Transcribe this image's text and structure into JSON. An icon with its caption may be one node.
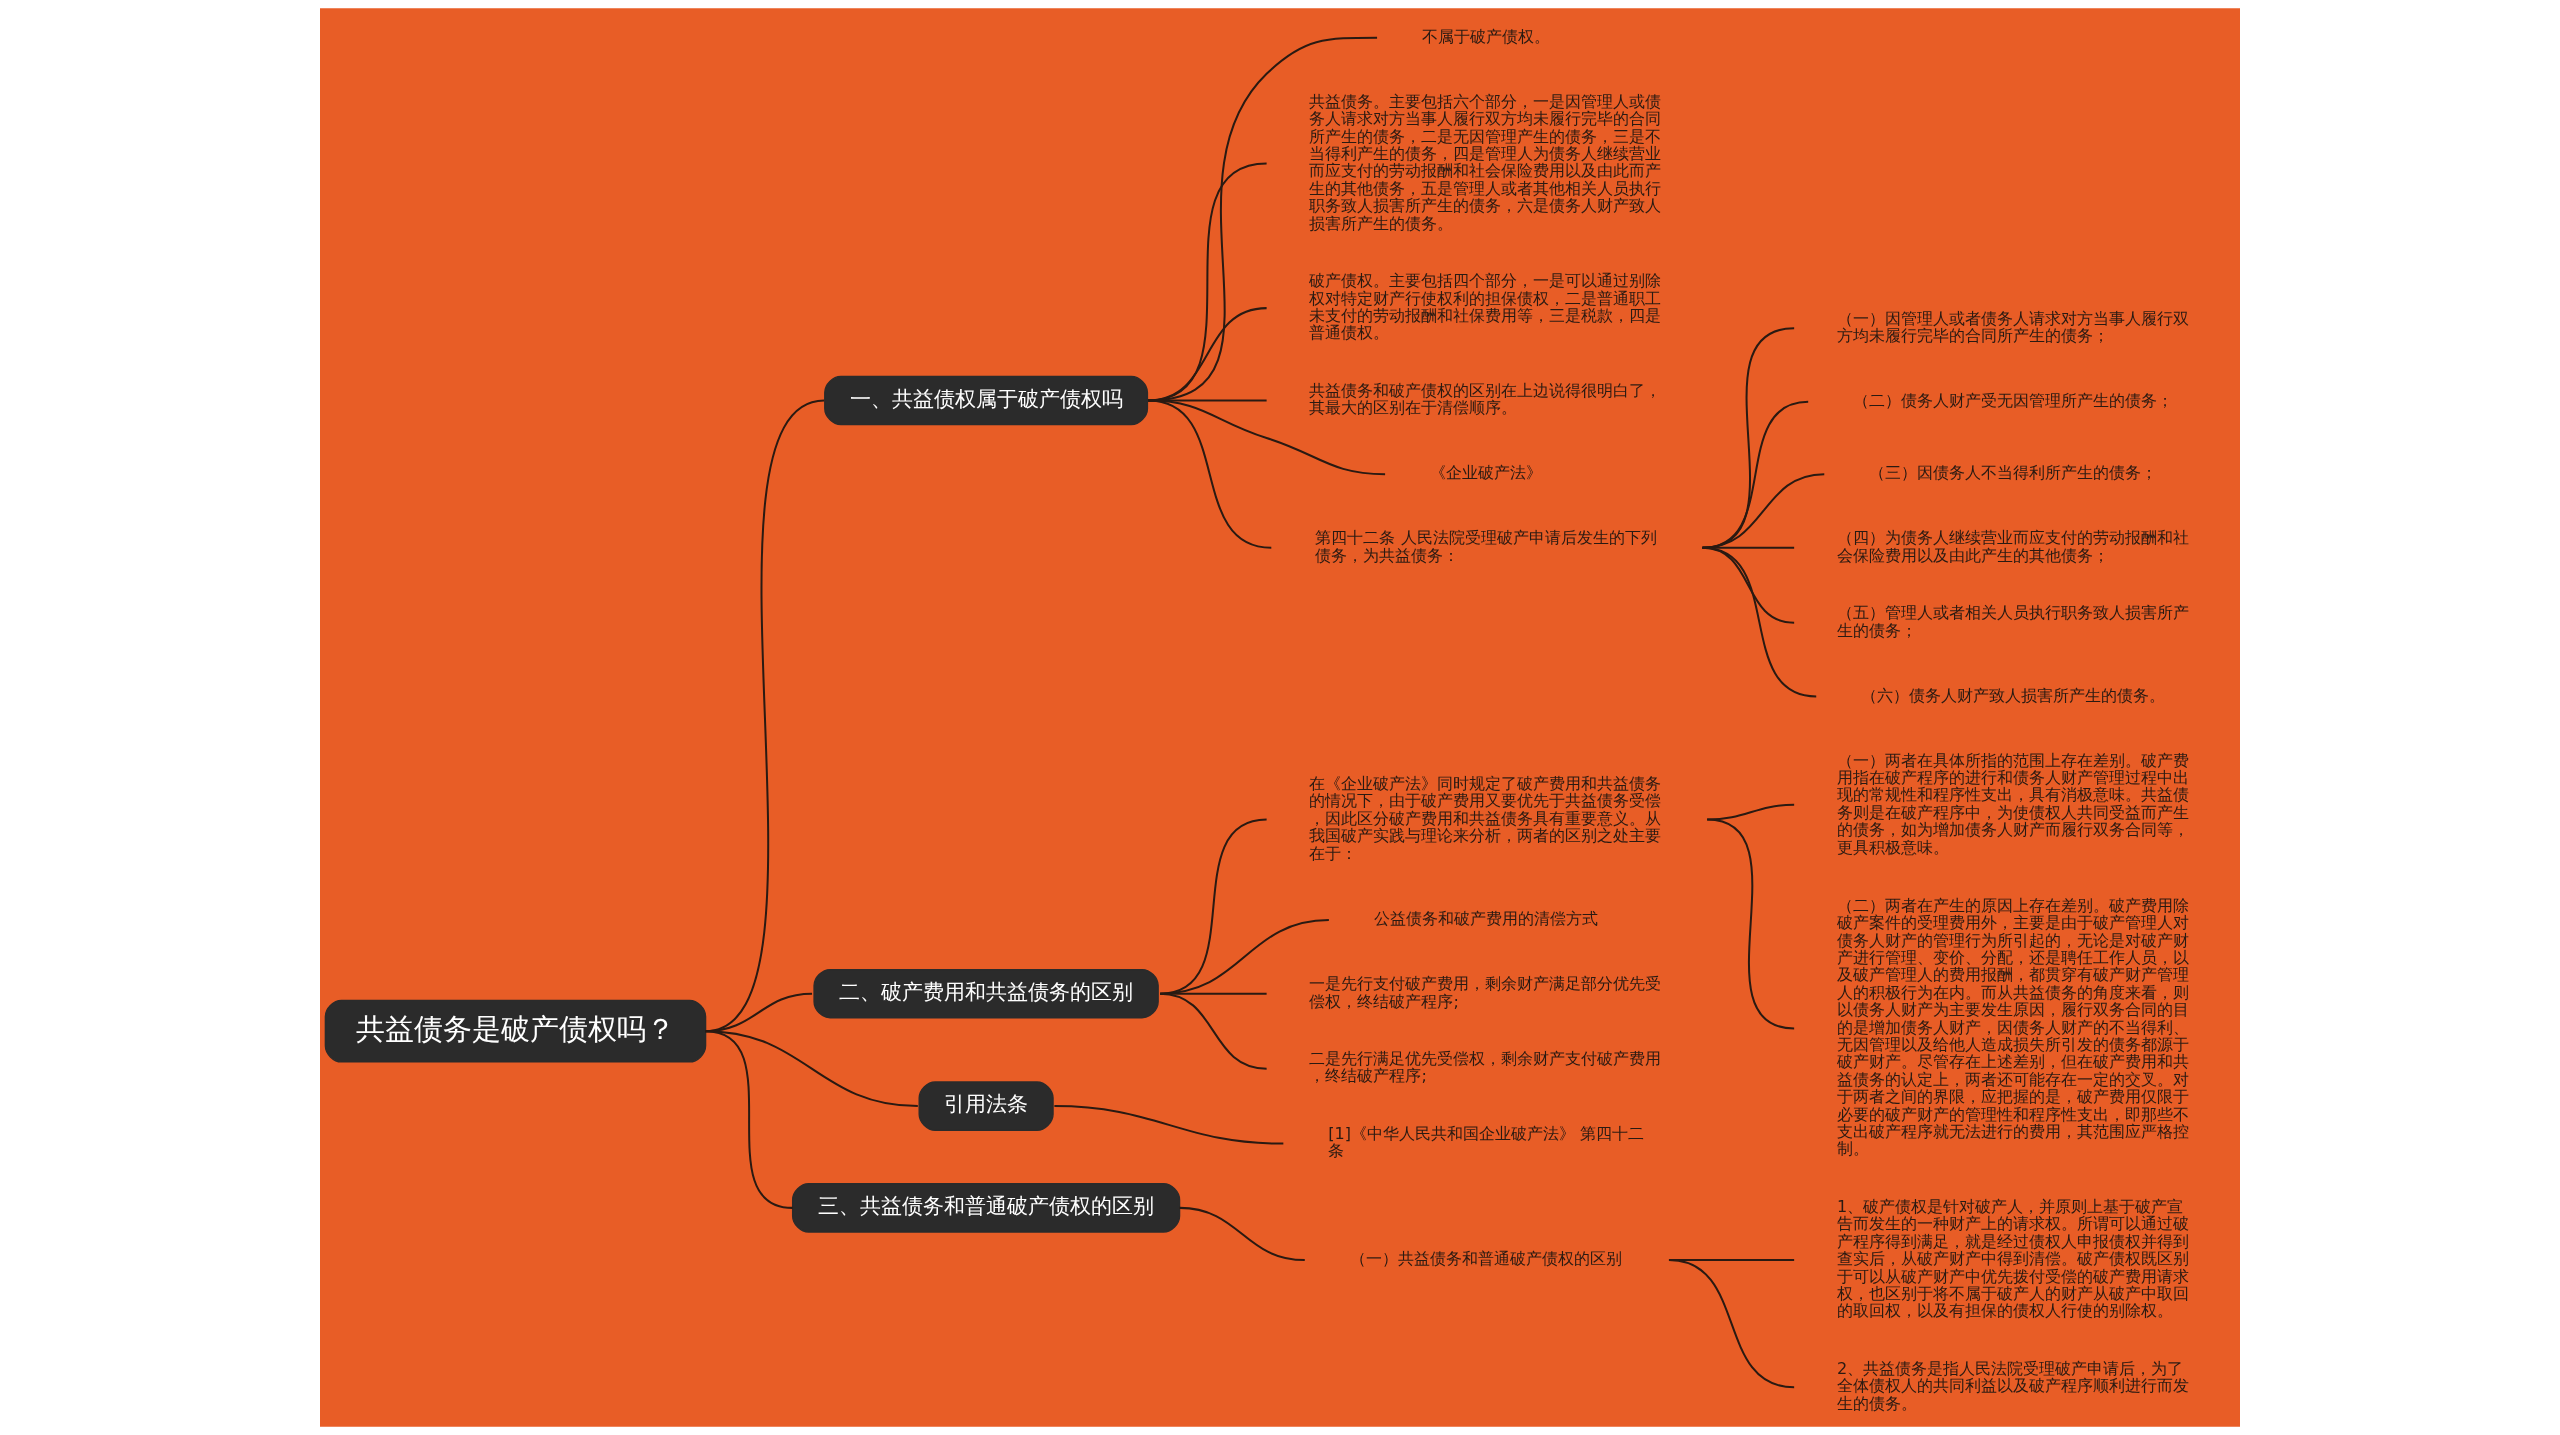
{
  "diagram": {
    "nodes": [
      {
        "text": [
          "共益债务是破产债权吗？"
        ]
      },
      {
        "text": [
          "一、共益债权属于破产债权吗"
        ]
      },
      {
        "text": [
          "不属于破产债权。"
        ]
      },
      {
        "text": [
          "共益债务。主要包括六个部分，一是因管理人或债务人请求对方当事人履行双方均未履行完毕的合同所产生的债务，二是无因管理产生的债务，三是不当得利产生的债务，四是管理人为债务人继续营业而应支付的劳动报酬和社会保险费用以及由此而产生的其他债务，五是管理人或者其他相关人员执行职务致人损害所产生的债务，六是债务人财产致人损害所产生的债务。"
        ]
      },
      {
        "text": [
          "破产债权。主要包括四个部分，一是可以通过别除权对特定财产行使权利的担保债权，二是普通职工未支付的劳动报酬和社保费用等，三是税款，四是普通债权。"
        ]
      },
      {
        "text": [
          "共益债务和破产债权的区别在上边说得很明白了，其最大的区别在于清偿顺序。"
        ]
      },
      {
        "text": [
          "《企业破产法》"
        ]
      },
      {
        "text": [
          "第四十二条 人民法院受理破产申请后发生的下列债务，为共益债务："
        ]
      },
      {
        "text": [
          "（一）因管理人或者债务人请求对方当事人履行双方均未履行完毕的合同所产生的债务；"
        ]
      },
      {
        "text": [
          "（二）债务人财产受无因管理所产生的债务；"
        ]
      },
      {
        "text": [
          "（三）因债务人不当得利所产生的债务；"
        ]
      },
      {
        "text": [
          "（四）为债务人继续营业而应支付的劳动报酬和社会保险费用以及由此产生的其他债务；"
        ]
      },
      {
        "text": [
          "（五）管理人或者相关人员执行职务致人损害所产生的债务；"
        ]
      },
      {
        "text": [
          "（六）债务人财产致人损害所产生的债务。"
        ]
      },
      {
        "text": [
          "二、破产费用和共益债务的区别"
        ]
      },
      {
        "text": [
          "在《企业破产法》同时规定了破产费用和共益债务的情况下，由于破产费用又要优先于共益债务受偿，因此区分破产费用和共益债务具有重要意义。从我国破产实践与理论来分析，两者的区别之处主要在于："
        ]
      },
      {
        "text": [
          "（一）两者在具体所指的范围上存在差别。破产费用指在破产程序的进行和债务人财产管理过程中出现的常规性和程序性支出，具有消极意味。共益债务则是在破产程序中，为使债权人共同受益而产生的债务，如为增加债务人财产而履行双务合同等，更具积极意味。"
        ]
      },
      {
        "text": [
          "（二）两者在产生的原因上存在差别。破产费用除破产案件的受理费用外，主要是由于破产管理人对债务人财产的管理行为所引起的，无论是对破产财产进行管理、变价、分配，还是聘任工作人员，以及破产管理人的费用报酬，都贯穿有破产财产管理人的积极行为在内。而从共益债务的角度来看，则以债务人财产为主要发生原因，履行双务合同的目的是增加债务人财产，因债务人财产的不当得利、无因管理以及给他人造成损失所引发的债务都源于破产财产。尽管存在上述差别，但在破产费用和共益债务的认定上，两者还可能存在一定的交叉。对于两者之间的界限，应把握的是，破产费用仅限于必要的破产财产的管理性和程序性支出，即那些不支出破产程序就无法进行的费用，其范围应严格控制。"
        ]
      },
      {
        "text": [
          "公益债务和破产费用的清偿方式"
        ]
      },
      {
        "text": [
          "一是先行支付破产费用，剩余财产满足部分优先受偿权，终结破产程序;"
        ]
      },
      {
        "text": [
          "二是先行满足优先受偿权，剩余财产支付破产费用，终结破产程序;"
        ]
      },
      {
        "text": [
          "引用法条"
        ]
      },
      {
        "text": [
          "[1]《中华人民共和国企业破产法》 第四十二条"
        ]
      },
      {
        "text": [
          "三、共益债务和普通破产债权的区别"
        ]
      },
      {
        "text": [
          "（一）共益债务和普通破产债权的区别"
        ]
      },
      {
        "text": [
          "1、破产债权是针对破产人，并原则上基于破产宣告而发生的一种财产上的请求权。所谓可以通过破产程序得到满足，就是经过债权人申报债权并得到查实后，从破产财产中得到清偿。破产债权既区别于可以从破产财产中优先拨付受偿的破产费用请求权，也区别于将不属于破产人的财产从破产中取回的取回权，以及有担保的债权人行使的别除权。"
        ]
      },
      {
        "text": [
          "2、共益债务是指人民法院受理破产申请后，为了全体债权人的共同利益以及破产程序顺利进行而发生的债务。"
        ]
      }
    ],
    "edges": [
      {
        "from": 0,
        "to": 1,
        "arrow": "none"
      },
      {
        "from": 1,
        "to": 2,
        "arrow": "none"
      },
      {
        "from": 1,
        "to": 3,
        "arrow": "none"
      },
      {
        "from": 1,
        "to": 4,
        "arrow": "none"
      },
      {
        "from": 1,
        "to": 5,
        "arrow": "none"
      },
      {
        "from": 1,
        "to": 6,
        "arrow": "none"
      },
      {
        "from": 1,
        "to": 7,
        "arrow": "none"
      },
      {
        "from": 7,
        "to": 8,
        "arrow": "none"
      },
      {
        "from": 7,
        "to": 9,
        "arrow": "none"
      },
      {
        "from": 7,
        "to": 10,
        "arrow": "none"
      },
      {
        "from": 7,
        "to": 11,
        "arrow": "none"
      },
      {
        "from": 7,
        "to": 12,
        "arrow": "none"
      },
      {
        "from": 7,
        "to": 13,
        "arrow": "none"
      },
      {
        "from": 0,
        "to": 14,
        "arrow": "none"
      },
      {
        "from": 14,
        "to": 15,
        "arrow": "none"
      },
      {
        "from": 15,
        "to": 16,
        "arrow": "none"
      },
      {
        "from": 15,
        "to": 17,
        "arrow": "none"
      },
      {
        "from": 14,
        "to": 18,
        "arrow": "none"
      },
      {
        "from": 14,
        "to": 19,
        "arrow": "none"
      },
      {
        "from": 14,
        "to": 20,
        "arrow": "none"
      },
      {
        "from": 0,
        "to": 21,
        "arrow": "none"
      },
      {
        "from": 21,
        "to": 22,
        "arrow": "none"
      },
      {
        "from": 0,
        "to": 23,
        "arrow": "none"
      },
      {
        "from": 23,
        "to": 24,
        "arrow": "none"
      },
      {
        "from": 24,
        "to": 25,
        "arrow": "none"
      },
      {
        "from": 24,
        "to": 26,
        "arrow": "none"
      }
    ]
  }
}
